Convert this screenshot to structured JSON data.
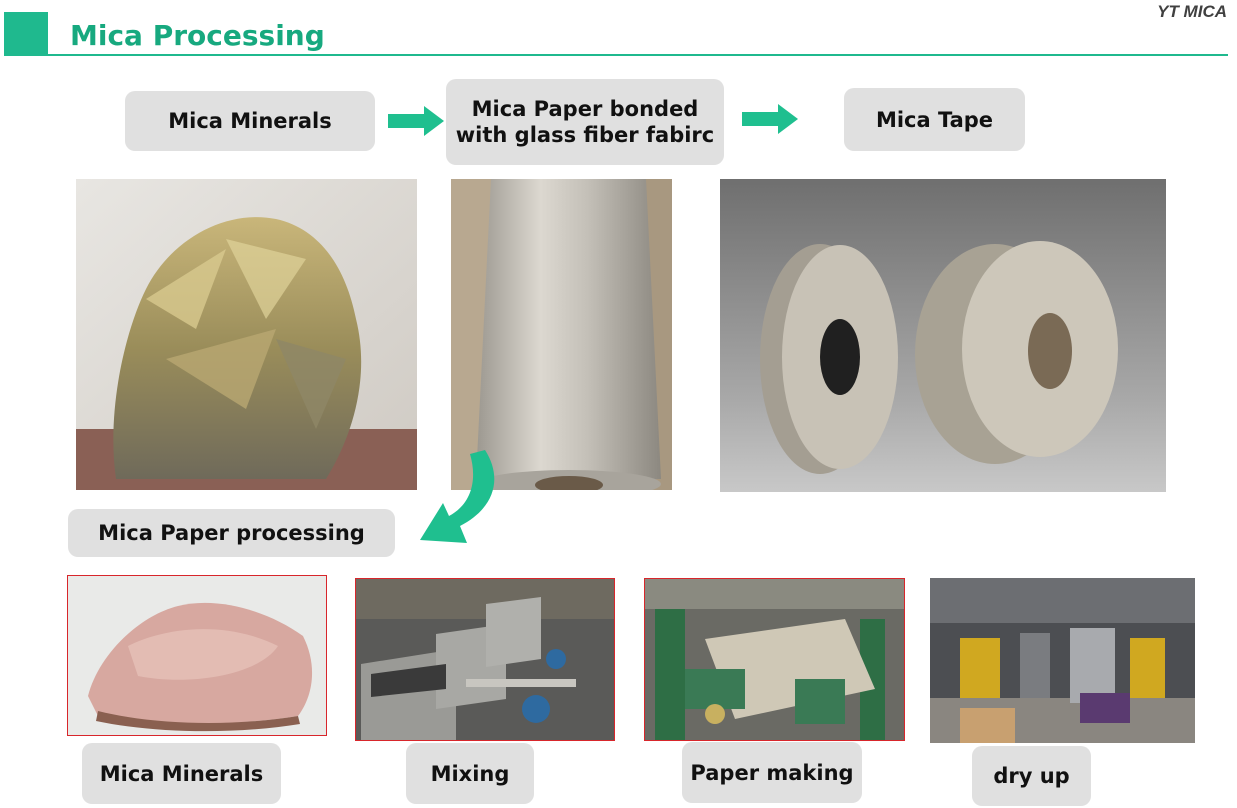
{
  "header": {
    "title": "Mica Processing",
    "brand": "YT MICA"
  },
  "top_flow": [
    {
      "label": "Mica Minerals"
    },
    {
      "label": "Mica Paper bonded with glass fiber fabirc"
    },
    {
      "label": "Mica Tape"
    }
  ],
  "processing": {
    "heading": "Mica Paper processing",
    "steps": [
      {
        "label": "Mica Minerals"
      },
      {
        "label": "Mixing"
      },
      {
        "label": "Paper making"
      },
      {
        "label": "dry up"
      }
    ]
  },
  "colors": {
    "accent": "#1fb98e",
    "arrow": "#1fbf8f",
    "pill": "#e0e0e0",
    "photo_border": "#d8262b"
  },
  "icons": [
    "arrow-right-icon",
    "curved-arrow-icon"
  ]
}
